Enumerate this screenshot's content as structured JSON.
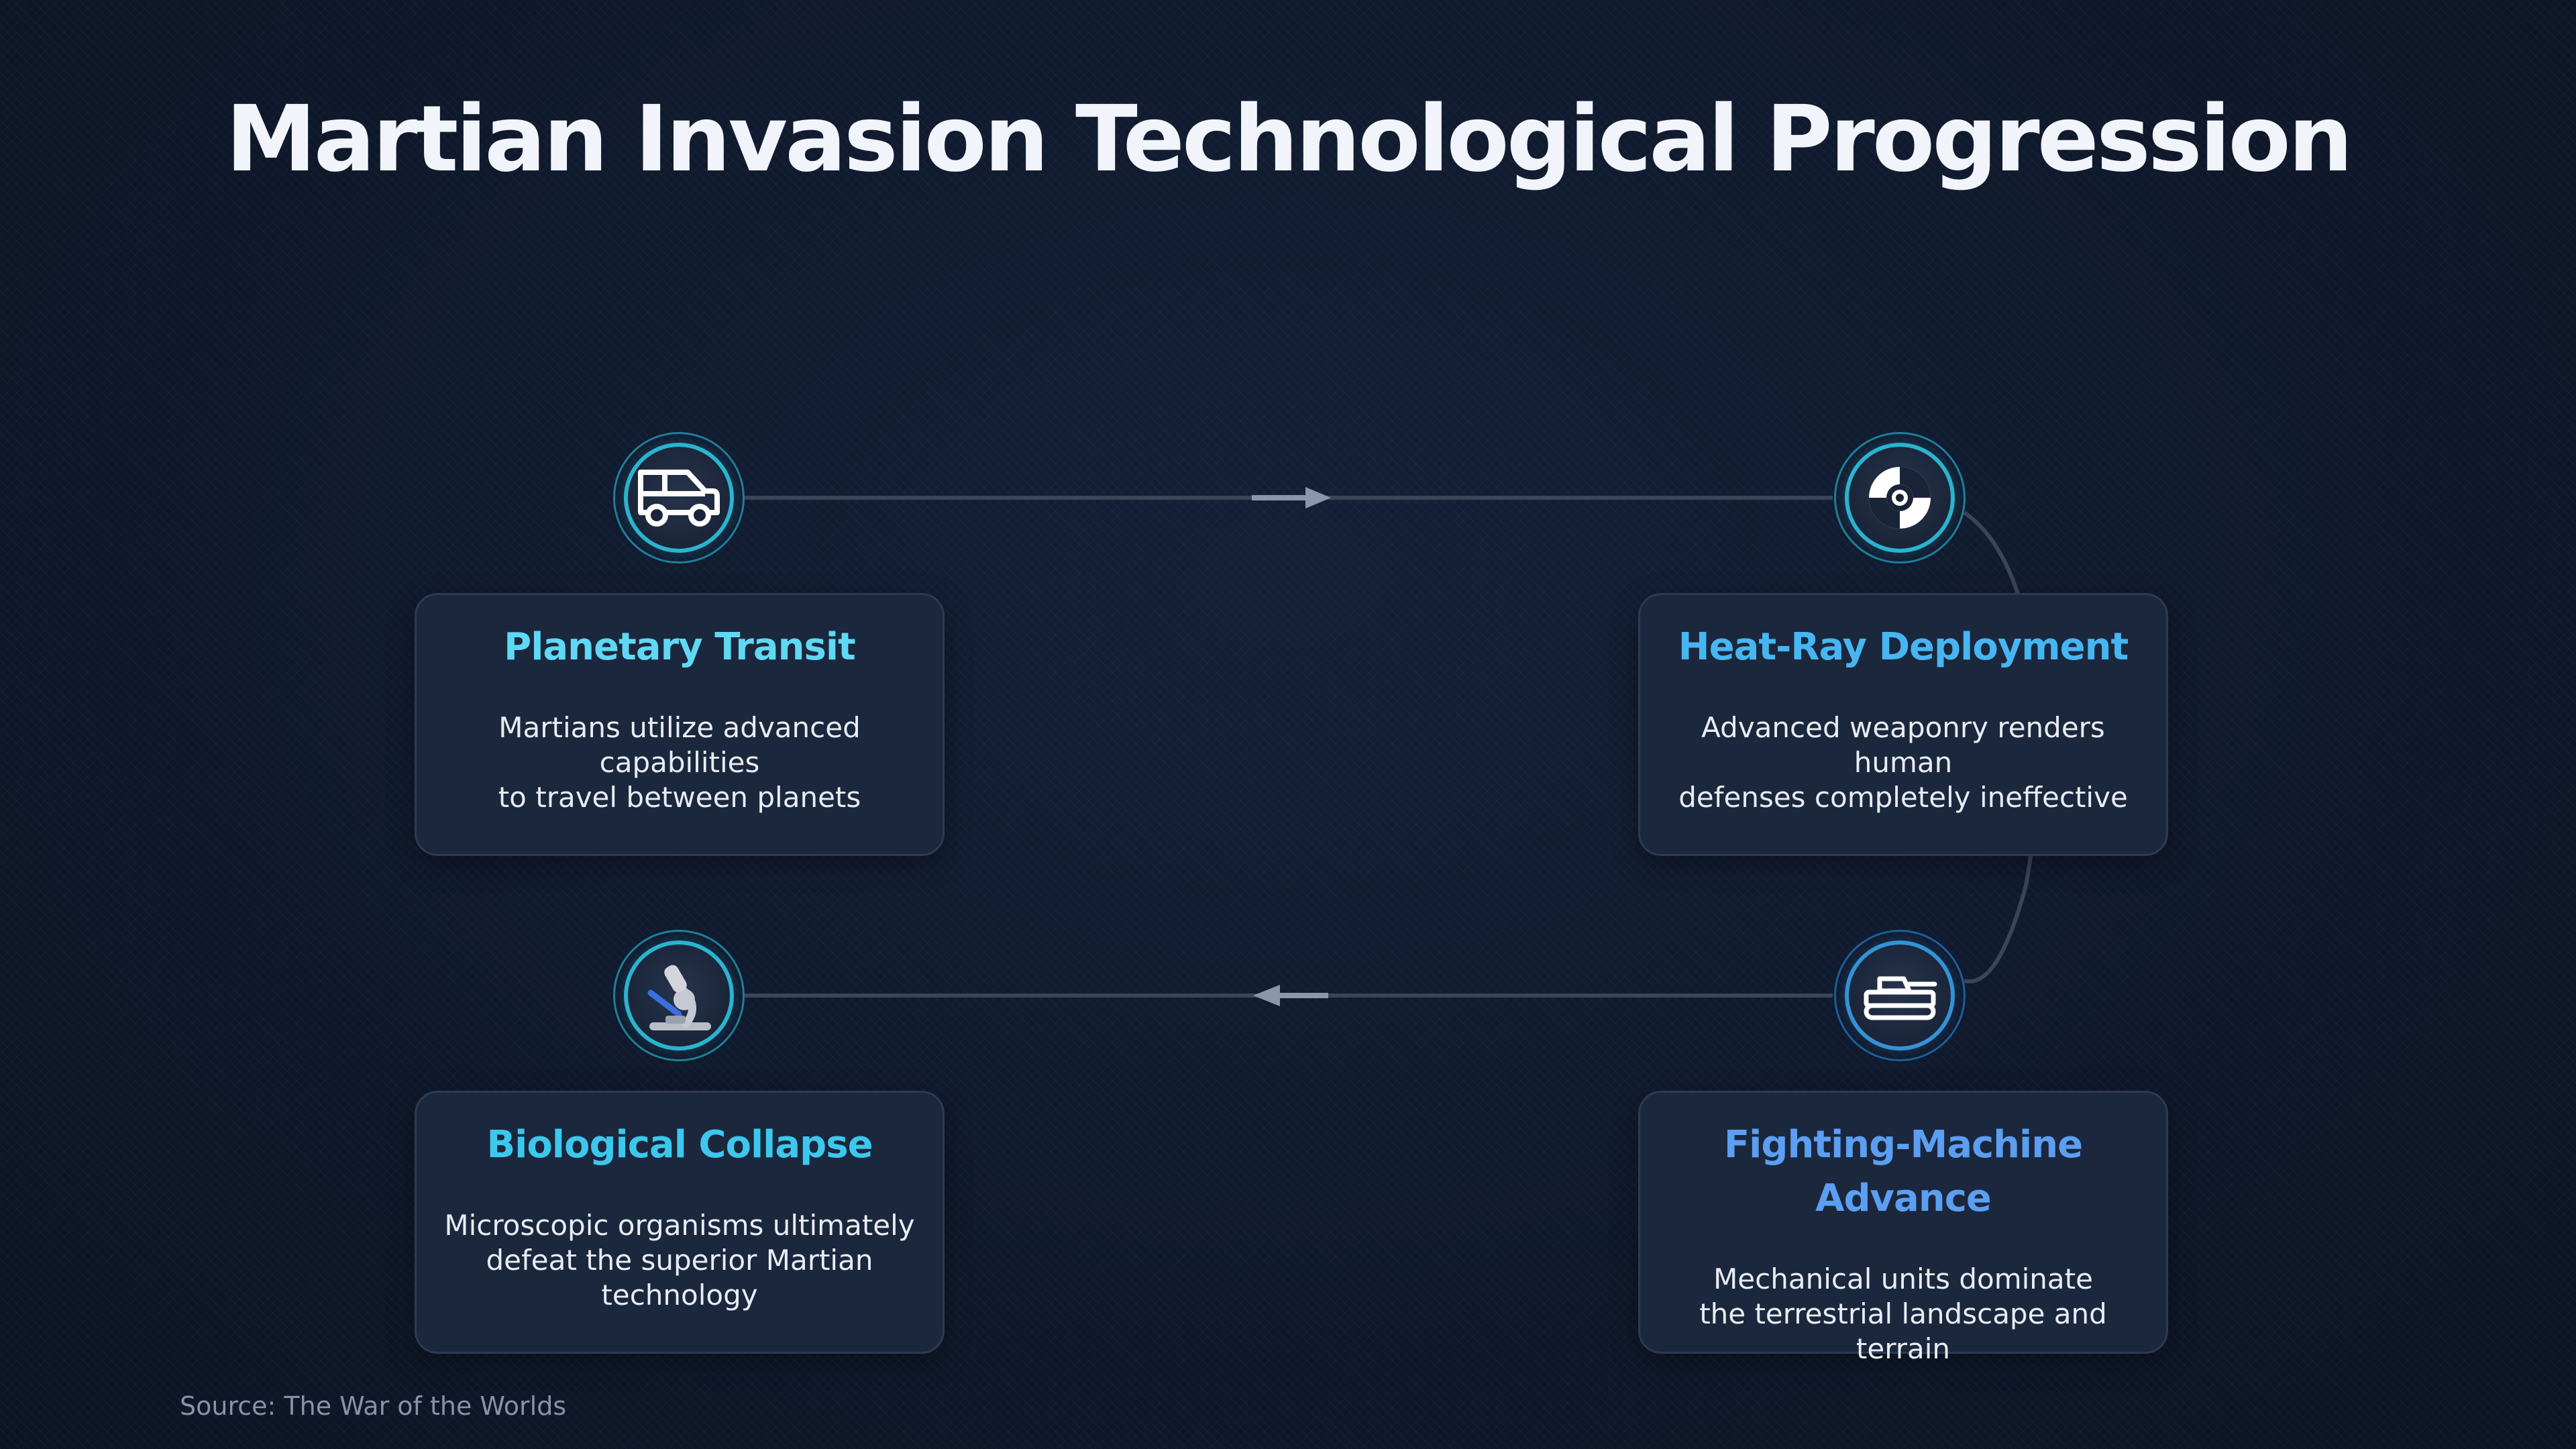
{
  "title": "Martian Invasion Technological Progression",
  "source": "Source: The War of the Worlds",
  "colors": {
    "cyan": "#5dd6f0",
    "light_blue": "#4aaff0",
    "blue": "#5a9cf0",
    "connector": "#3a4658",
    "arrow": "#8a97ab"
  },
  "steps": [
    {
      "title": "Planetary Transit",
      "description": "Martians utilize advanced capabilities\nto travel between planets",
      "icon": "van-icon",
      "title_color": "#5fd8f4"
    },
    {
      "title": "Heat-Ray Deployment",
      "description": "Advanced weaponry renders human\ndefenses completely ineffective",
      "icon": "target-disc-icon",
      "title_color": "#46b6f2"
    },
    {
      "title": "Fighting-Machine Advance",
      "description": "Mechanical units dominate\nthe terrestrial landscape and terrain",
      "icon": "tank-icon",
      "title_color": "#5b9ef2"
    },
    {
      "title": "Biological Collapse",
      "description": "Microscopic organisms ultimately\ndefeat the superior Martian technology",
      "icon": "microscope-icon",
      "title_color": "#3cc8ec"
    }
  ]
}
